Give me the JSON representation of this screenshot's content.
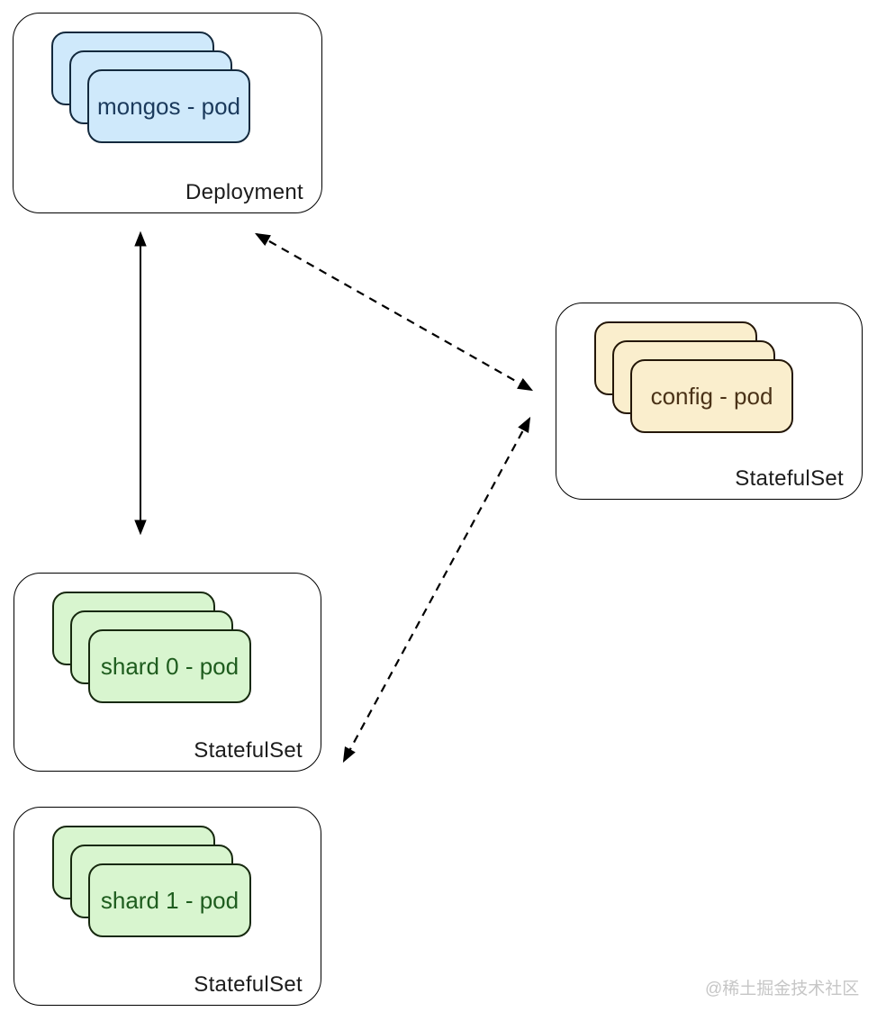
{
  "diagram": {
    "nodes": [
      {
        "id": "mongos-deployment",
        "container_label": "Deployment",
        "pod_label": "mongos - pod",
        "pod_count": 3,
        "theme": "blue"
      },
      {
        "id": "config-statefulset",
        "container_label": "StatefulSet",
        "pod_label": "config - pod",
        "pod_count": 3,
        "theme": "yellow"
      },
      {
        "id": "shard0-statefulset",
        "container_label": "StatefulSet",
        "pod_label": "shard 0 - pod",
        "pod_count": 3,
        "theme": "green"
      },
      {
        "id": "shard1-statefulset",
        "container_label": "StatefulSet",
        "pod_label": "shard 1 - pod",
        "pod_count": 3,
        "theme": "green"
      }
    ],
    "edges": [
      {
        "from": "mongos-deployment",
        "to": "shard0-statefulset",
        "line": "solid",
        "arrows": "both"
      },
      {
        "from": "mongos-deployment",
        "to": "config-statefulset",
        "line": "dashed",
        "arrows": "both"
      },
      {
        "from": "config-statefulset",
        "to": "shard0-statefulset",
        "line": "dashed",
        "arrows": "both"
      }
    ],
    "watermark": "@稀土掘金技术社区",
    "colors": {
      "blue_fill": "#cfe9fb",
      "blue_stroke": "#13293d",
      "blue_text": "#1b3a5c",
      "yellow_fill": "#faeecd",
      "yellow_stroke": "#241708",
      "yellow_text": "#4a3217",
      "green_fill": "#d8f5cf",
      "green_stroke": "#17290f",
      "green_text": "#1e5c1e",
      "container_stroke": "#000000",
      "arrow": "#000000",
      "watermark_text": "#c6c6c6"
    }
  }
}
